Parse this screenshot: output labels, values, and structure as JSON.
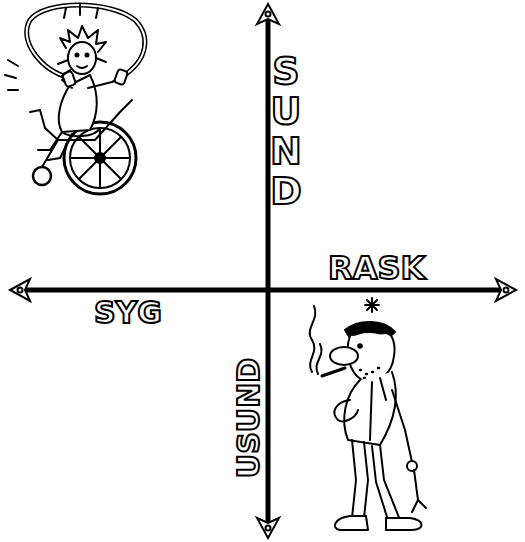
{
  "diagram": {
    "labels": [
      "SUND",
      "RASK",
      "SYG",
      "USUND"
    ]
  }
}
